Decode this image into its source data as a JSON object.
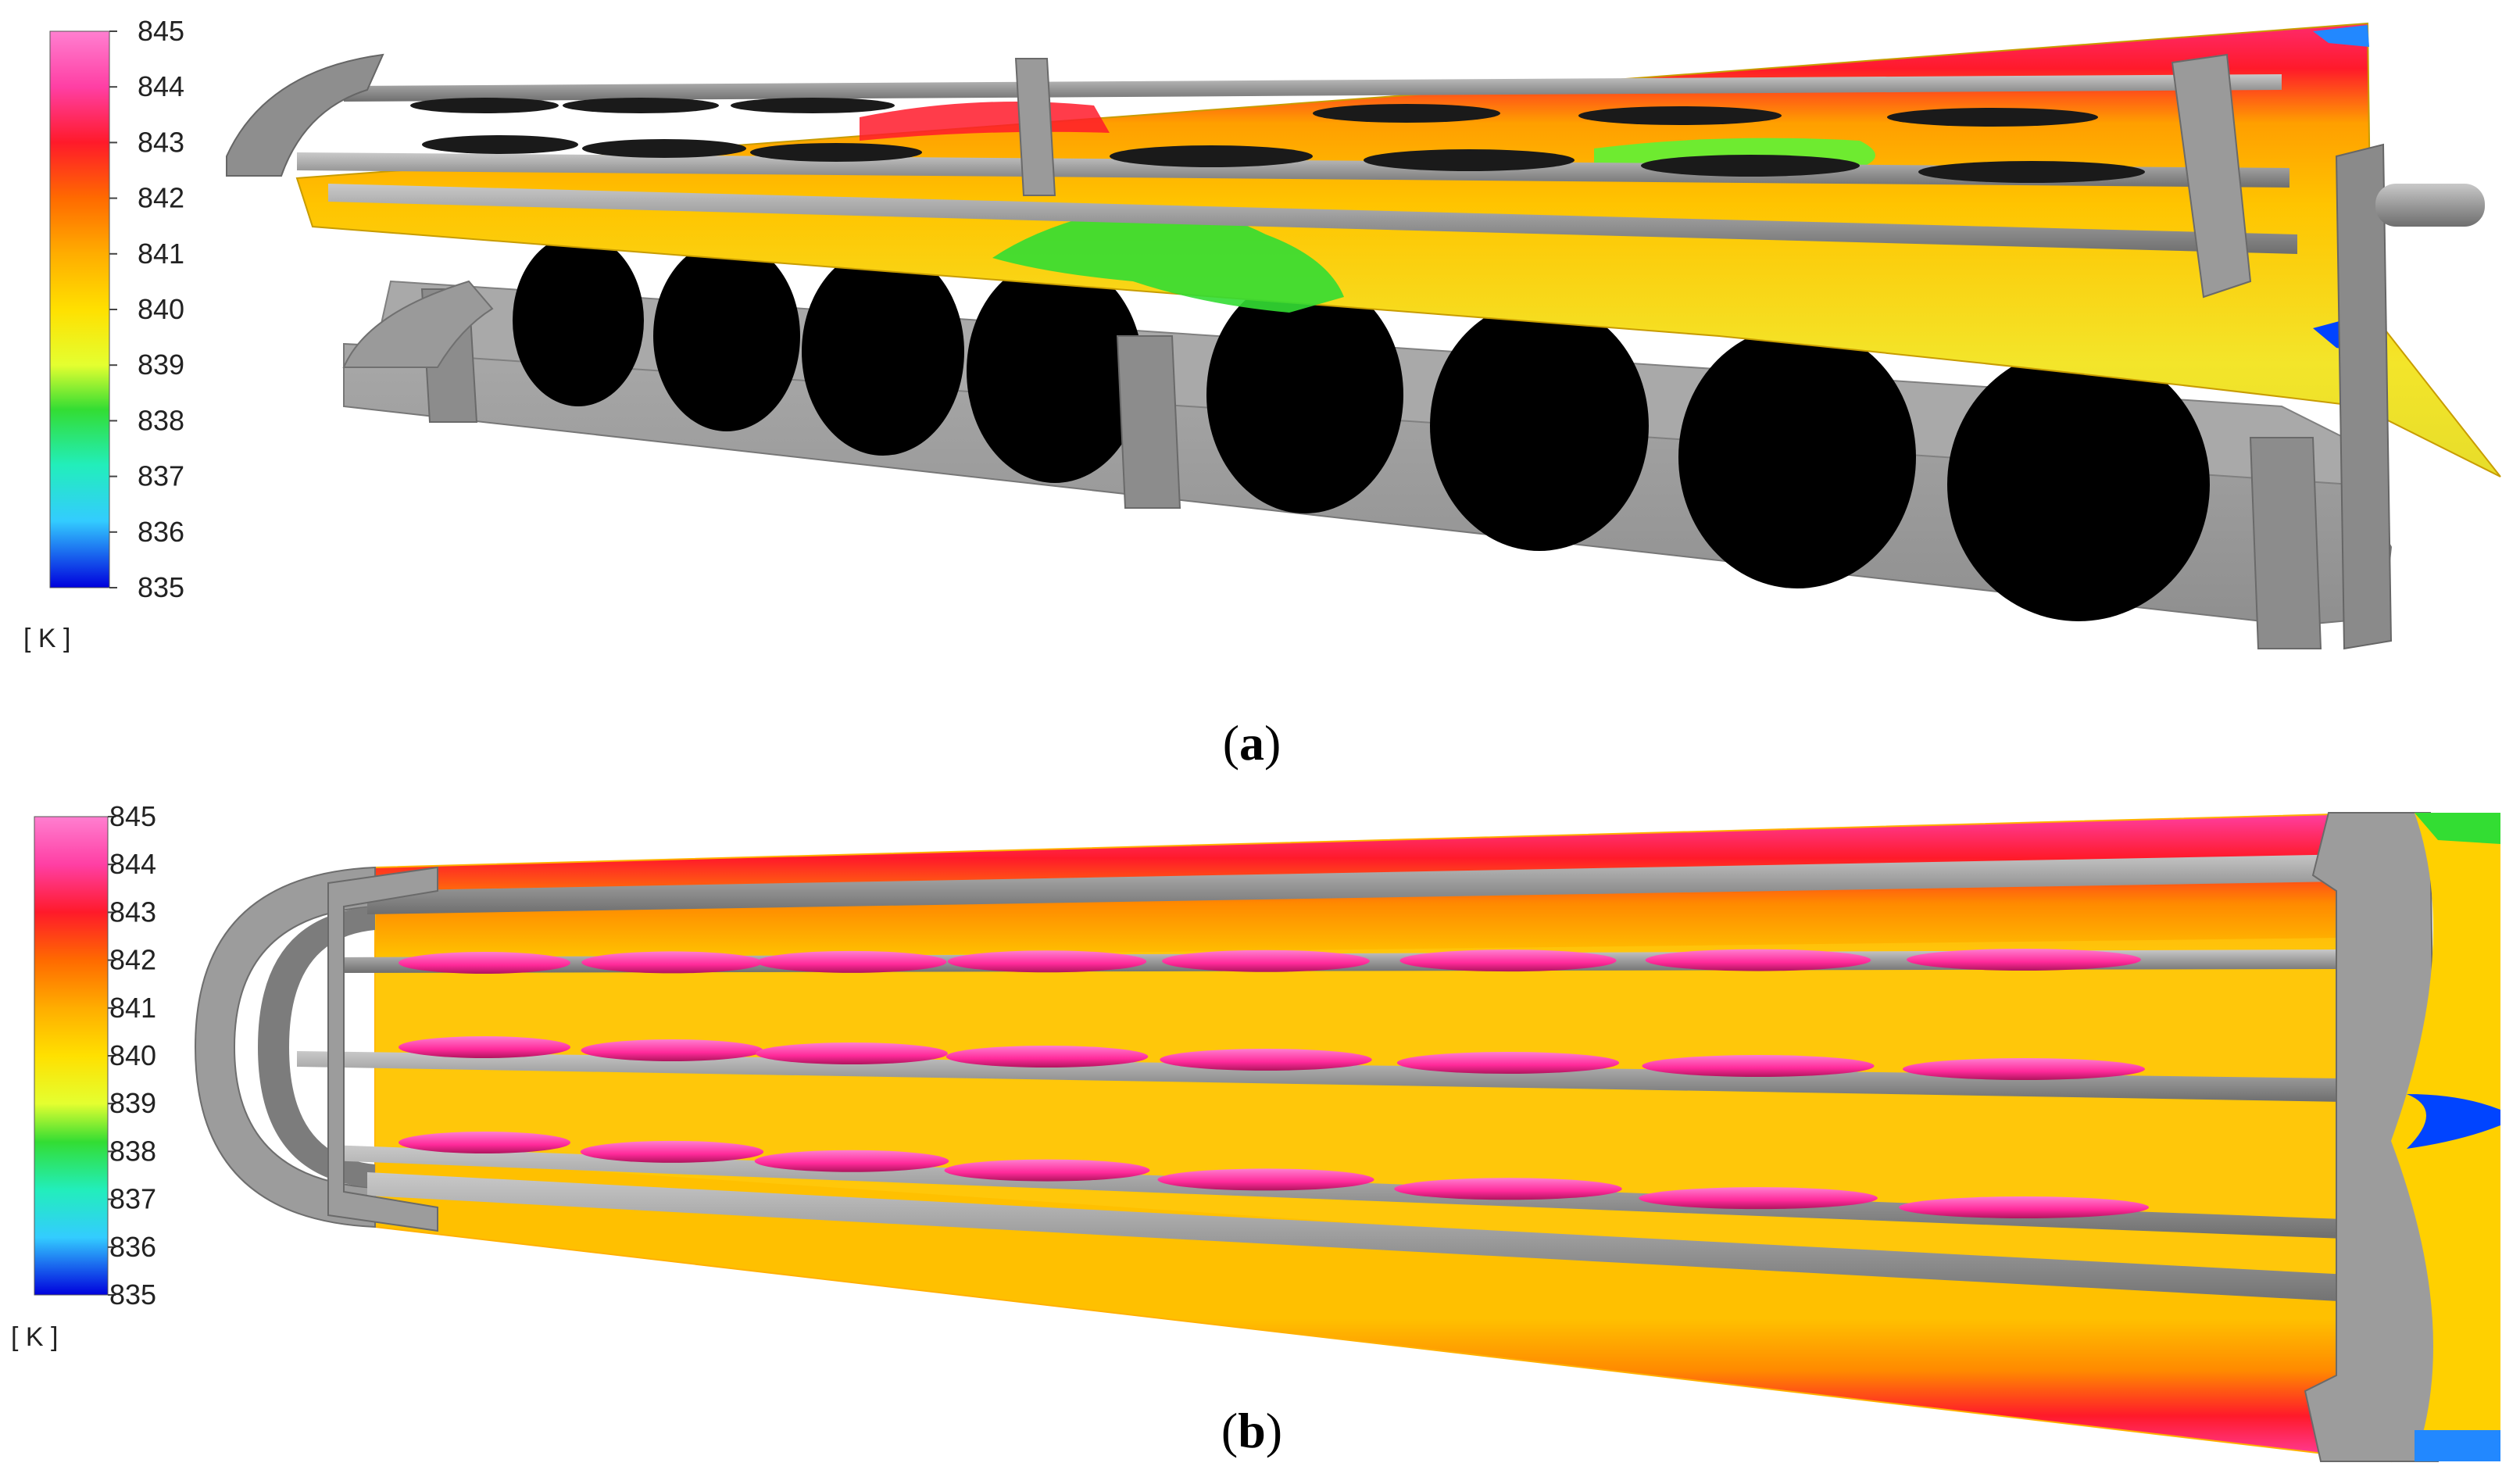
{
  "colorbar": {
    "ticks": [
      "845",
      "844",
      "843",
      "842",
      "841",
      "840",
      "839",
      "838",
      "837",
      "836",
      "835"
    ],
    "unit": "[ K ]",
    "gradient": [
      "#ff66cc",
      "#ff3399",
      "#ff1a1a",
      "#ff6600",
      "#ffaa00",
      "#ffe000",
      "#e8ff30",
      "#33dd33",
      "#22eebb",
      "#33ccff",
      "#0077ff",
      "#0000dd"
    ]
  },
  "panels": [
    {
      "label_open": "(",
      "label_letter": "a",
      "label_close": ")"
    },
    {
      "label_open": "(",
      "label_letter": "b",
      "label_close": ")"
    }
  ],
  "colors": {
    "metal": "#9e9e9e",
    "metal_dark": "#7a7a7a",
    "hole": "#000000",
    "hot": "#ff2a6d",
    "warm": "#ffc400",
    "mid": "#f6e628",
    "cool": "#33dd33",
    "cold": "#0044ff",
    "disc": "#ff3fa4"
  }
}
